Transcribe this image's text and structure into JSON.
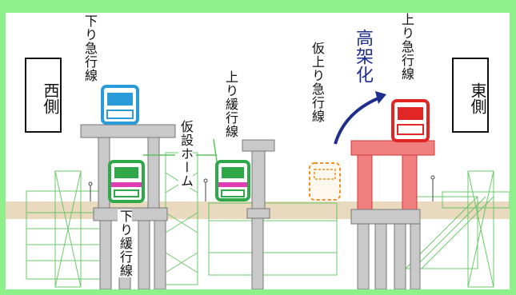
{
  "labels": {
    "west": "西側",
    "east": "東側",
    "down_express_upper": "下り急行線",
    "up_slow": "上り緩行線",
    "temp_platform": "仮設ホーム",
    "down_slow": "下り緩行線",
    "temp_up_express": "仮上り急行線",
    "elevation": "高架化",
    "up_express": "上り急行線"
  },
  "colors": {
    "background": "#8ef08a",
    "ground": "#e8d9bf",
    "structure": "#c9c9c9",
    "elevated_new": "#f08080",
    "green_train": "#2fa84a",
    "blue_train": "#2a9bd8",
    "red_train": "#e22525",
    "orange_train": "#f09020",
    "arrow": "#1f2e8c"
  },
  "icons": {
    "down_express_train": "blue-train-icon",
    "down_slow_train": "green-train-icon",
    "up_slow_train": "green-train-icon",
    "temp_train": "orange-dashed-train-icon",
    "up_express_train": "red-train-icon"
  }
}
